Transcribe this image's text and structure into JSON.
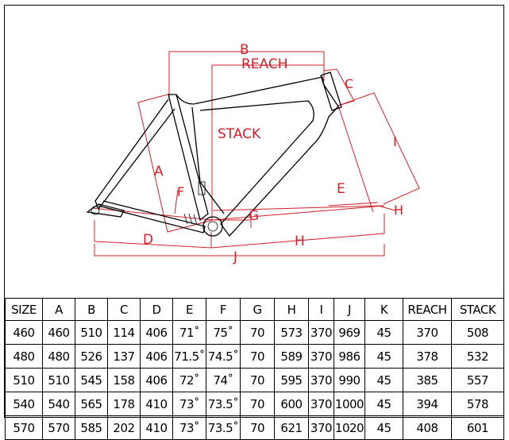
{
  "drawing": {
    "labels": {
      "b": "B",
      "reach": "REACH",
      "c": "C",
      "stack": "STACK",
      "i": "I",
      "a": "A",
      "f": "F",
      "e": "E",
      "g": "G",
      "h": "H",
      "d": "D",
      "h2": "H",
      "j": "J"
    }
  },
  "table": {
    "headers": [
      "SIZE",
      "A",
      "B",
      "C",
      "D",
      "E",
      "F",
      "G",
      "H",
      "I",
      "J",
      "K",
      "REACH",
      "STACK"
    ],
    "rows": [
      [
        "460",
        "460",
        "510",
        "114",
        "406",
        "71˚",
        "75˚",
        "70",
        "573",
        "370",
        "969",
        "45",
        "370",
        "508"
      ],
      [
        "480",
        "480",
        "526",
        "137",
        "406",
        "71.5˚",
        "74.5˚",
        "70",
        "589",
        "370",
        "986",
        "45",
        "378",
        "532"
      ],
      [
        "510",
        "510",
        "545",
        "158",
        "406",
        "72˚",
        "74˚",
        "70",
        "595",
        "370",
        "990",
        "45",
        "385",
        "557"
      ],
      [
        "540",
        "540",
        "565",
        "178",
        "410",
        "73˚",
        "73.5˚",
        "70",
        "600",
        "370",
        "1000",
        "45",
        "394",
        "578"
      ],
      [
        "570",
        "570",
        "585",
        "202",
        "410",
        "73˚",
        "73.5˚",
        "70",
        "621",
        "370",
        "1020",
        "45",
        "408",
        "601"
      ]
    ]
  }
}
